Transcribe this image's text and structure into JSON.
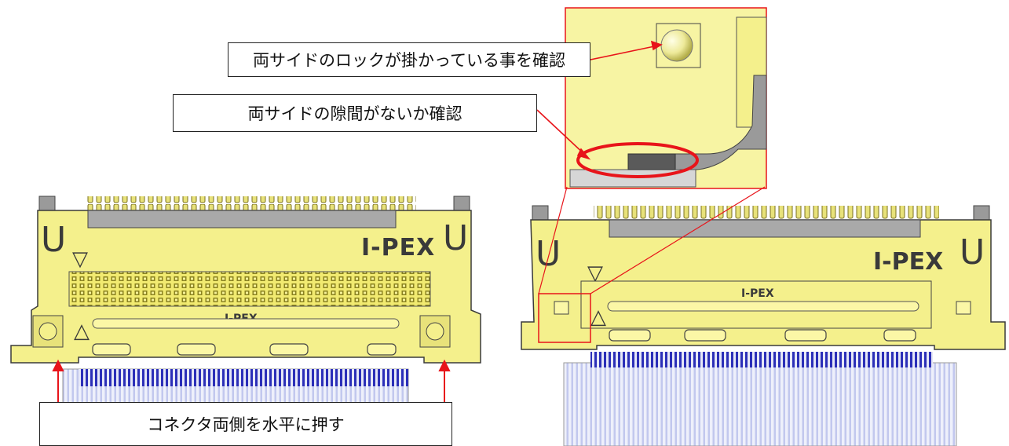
{
  "callouts": {
    "lock_check": "両サイドのロックが掛かっている事を確認",
    "gap_check": "両サイドの隙間がないか確認",
    "push_horizontal": "コネクタ両側を水平に押す"
  },
  "connector_left": {
    "brand": "I-PEX",
    "inner_brand": "I-PEX",
    "latch_left": "U",
    "latch_right": "U",
    "marker": "▽",
    "marker_lower": "△"
  },
  "connector_right": {
    "brand": "I-PEX",
    "inner_brand": "I-PEX",
    "latch_left": "U",
    "latch_right": "U",
    "marker": "▽",
    "marker_lower": "△"
  },
  "colors": {
    "connector_body": "#f4f08c",
    "connector_fill": "#fbf7a6",
    "pin": "#c9b82a",
    "shell_gray": "#9a9a9a",
    "cable_stripe": "#2b2fb8",
    "cable_body": "#c8cdf0",
    "arrow": "#e8141a",
    "zoom_frame": "#e8141a",
    "inset_bg": "#f7f4a3"
  }
}
